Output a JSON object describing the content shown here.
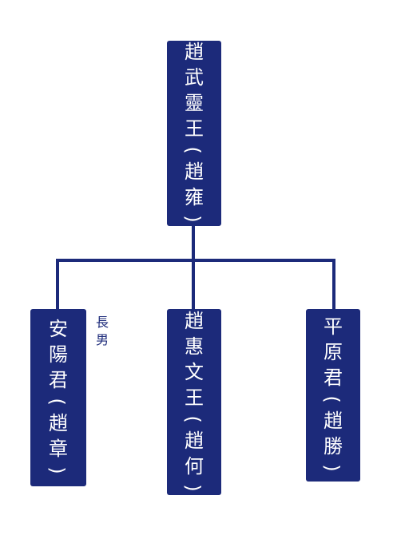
{
  "root": {
    "name": "趙武靈王",
    "personal_name": "趙雍"
  },
  "children": [
    {
      "name": "安陽君",
      "personal_name": "趙章",
      "note": "長男"
    },
    {
      "name": "趙惠文王",
      "personal_name": "趙何"
    },
    {
      "name": "平原君",
      "personal_name": "趙勝"
    }
  ],
  "colors": {
    "node_fill": "#1c2a7a",
    "node_text": "#ffffff",
    "connector": "#1c2a7a",
    "note_text": "#1c2a7a",
    "background": "#ffffff"
  }
}
